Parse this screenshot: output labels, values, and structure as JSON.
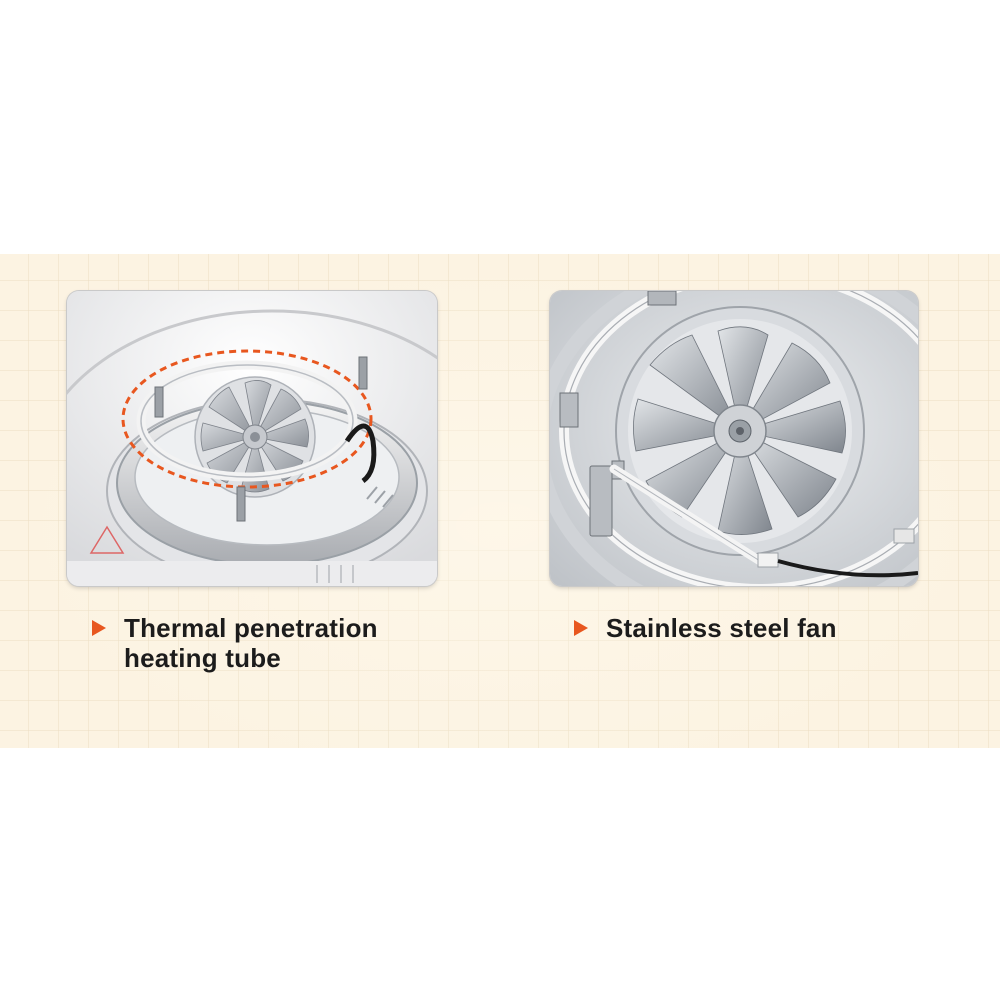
{
  "captions": {
    "left": {
      "line1": "Thermal penetration",
      "line2": "heating tube",
      "marker_icon": "orange-triangle-arrow-icon"
    },
    "right": {
      "line1": "Stainless steel fan",
      "marker_icon": "orange-triangle-arrow-icon"
    }
  },
  "photos": {
    "left": {
      "subject": "heating tube ring around fan, highlighted with dashed orange circle"
    },
    "right": {
      "subject": "close-up of stainless steel fan blades"
    }
  },
  "colors": {
    "banner_background": "#fcf3e2",
    "accent_orange": "#e8571f",
    "caption_text": "#1c1c1c"
  }
}
